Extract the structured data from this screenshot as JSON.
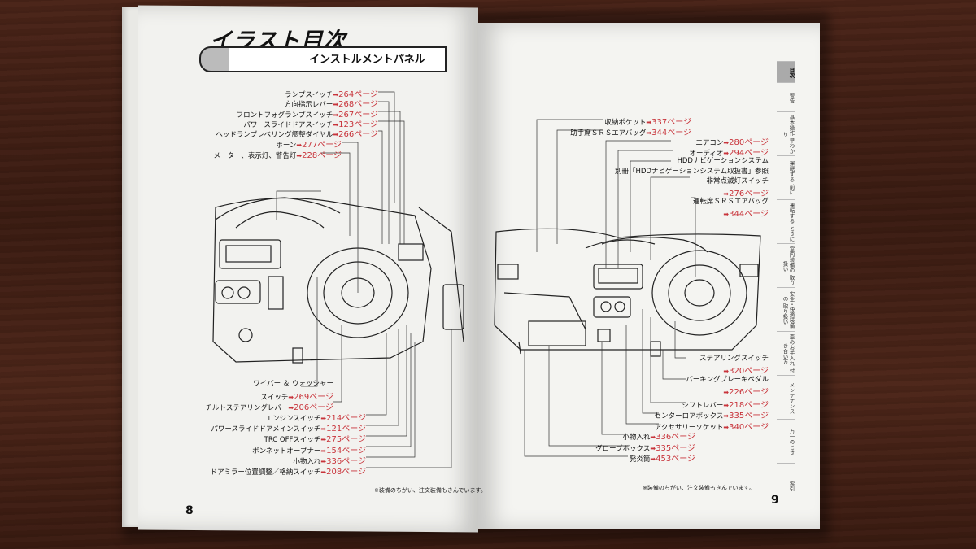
{
  "left_page": {
    "title": "イラスト目次",
    "subtitle": "インストルメントパネル",
    "page_number": "8",
    "note": "※装備のちがい、注文装備もきんでいます。",
    "labels_top": [
      {
        "text": "ランプスイッチ",
        "page": "264ページ"
      },
      {
        "text": "方向指示レバー",
        "page": "268ページ"
      },
      {
        "text": "フロントフォグランプスイッチ",
        "page": "267ページ"
      },
      {
        "text": "パワースライドドアスイッチ",
        "page": "123ページ"
      },
      {
        "text": "ヘッドランプレベリング調整ダイヤル",
        "page": "266ページ"
      },
      {
        "text": "ホーン",
        "page": "277ページ"
      },
      {
        "text": "メーター、表示灯、警告灯",
        "page": "228ページ"
      }
    ],
    "labels_bottom": [
      {
        "text": "ワイパー ＆ ウォッシャー"
      },
      {
        "text": "スイッチ",
        "page": "269ページ"
      },
      {
        "text": "チルトステアリングレバー",
        "page": "206ページ"
      },
      {
        "text": "エンジンスイッチ",
        "page": "214ページ"
      },
      {
        "text": "パワースライドドアメインスイッチ",
        "page": "121ページ"
      },
      {
        "text": "TRC OFFスイッチ",
        "page": "275ページ"
      },
      {
        "text": "ボンネットオープナー",
        "page": "154ページ"
      },
      {
        "text": "小物入れ",
        "page": "336ページ"
      },
      {
        "text": "ドアミラー位置調整／格納スイッチ",
        "page": "208ページ"
      }
    ]
  },
  "right_page": {
    "page_number": "9",
    "note": "※装備のちがい、注文装備もきんでいます。",
    "labels_top_left": [
      {
        "text": "収納ポケット",
        "page": "337ページ"
      },
      {
        "text": "助手席ＳＲＳエアバッグ",
        "page": "344ページ"
      }
    ],
    "labels_top_right": [
      {
        "text": "エアコン",
        "page": "280ページ"
      },
      {
        "text": "オーディオ",
        "page": "294ページ"
      },
      {
        "text": "HDDナビゲーションシステム"
      },
      {
        "text": "別冊「HDDナビゲーションシステム取扱書」参照"
      },
      {
        "text": "非常点滅灯スイッチ"
      },
      {
        "text": "",
        "page": "276ページ"
      },
      {
        "text": "運転席ＳＲＳエアバッグ"
      },
      {
        "text": "",
        "page": "344ページ"
      }
    ],
    "labels_bottom_right": [
      {
        "text": "ステアリングスイッチ"
      },
      {
        "text": "",
        "page": "320ページ"
      },
      {
        "text": "パーキングブレーキペダル"
      },
      {
        "text": "",
        "page": "226ページ"
      },
      {
        "text": "シフトレバー",
        "page": "218ページ"
      },
      {
        "text": "センターロアボックス",
        "page": "335ページ"
      },
      {
        "text": "アクセサリーソケット",
        "page": "340ページ"
      }
    ],
    "labels_bottom_center": [
      {
        "text": "小物入れ",
        "page": "336ページ"
      },
      {
        "text": "グローブボックス",
        "page": "335ページ"
      },
      {
        "text": "発炎筒",
        "page": "453ページ"
      }
    ],
    "tabs": [
      "目次",
      "警告",
      "基本操作 早わかり",
      "運転する 前に",
      "運転する ときに",
      "室内装備の 取り扱い",
      "安全・快適装備の 取り扱い",
      "車のお手入れ 付き合い方",
      "メンテナンス",
      "万一のとき",
      "索引"
    ]
  },
  "arrow_symbol": "➡",
  "colors": {
    "page_ref": "#c8333a",
    "text": "#111111"
  }
}
